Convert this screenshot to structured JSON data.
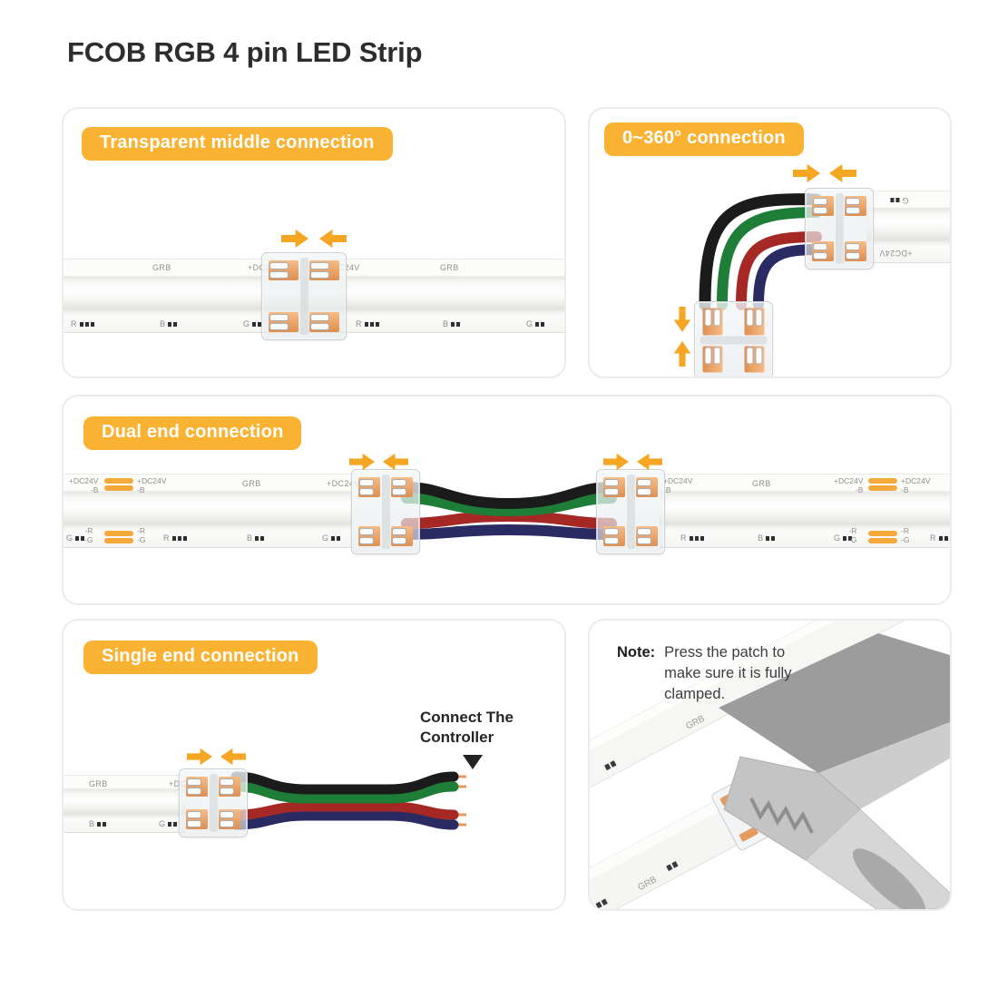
{
  "title": "FCOB RGB 4 pin LED Strip",
  "colors": {
    "badge": "#F9B232",
    "arrow": "#F5A623",
    "wire_black": "#1b1b1b",
    "wire_green": "#1e7d36",
    "wire_red": "#a52824",
    "wire_blue": "#2b2b63",
    "pad_copper": "#e59a5f",
    "pad_orange": "#F6A93B"
  },
  "panels": {
    "transparent_middle": {
      "badge": "Transparent middle connection"
    },
    "rotation": {
      "badge": "0~360° connection"
    },
    "dual_end": {
      "badge": "Dual end connection"
    },
    "single_end": {
      "badge": "Single end connection",
      "controller_label": [
        "Connect The",
        "Controller"
      ]
    },
    "note": {
      "label": "Note:",
      "lines": [
        "Press the patch to",
        "make sure it is fully",
        "clamped."
      ]
    }
  },
  "strip_labels": {
    "name": "GRB",
    "power": "+DC24V",
    "neg_b": "-B",
    "neg_r": "-R",
    "neg_g": "-G",
    "r": "R",
    "g": "G",
    "b": "B"
  }
}
